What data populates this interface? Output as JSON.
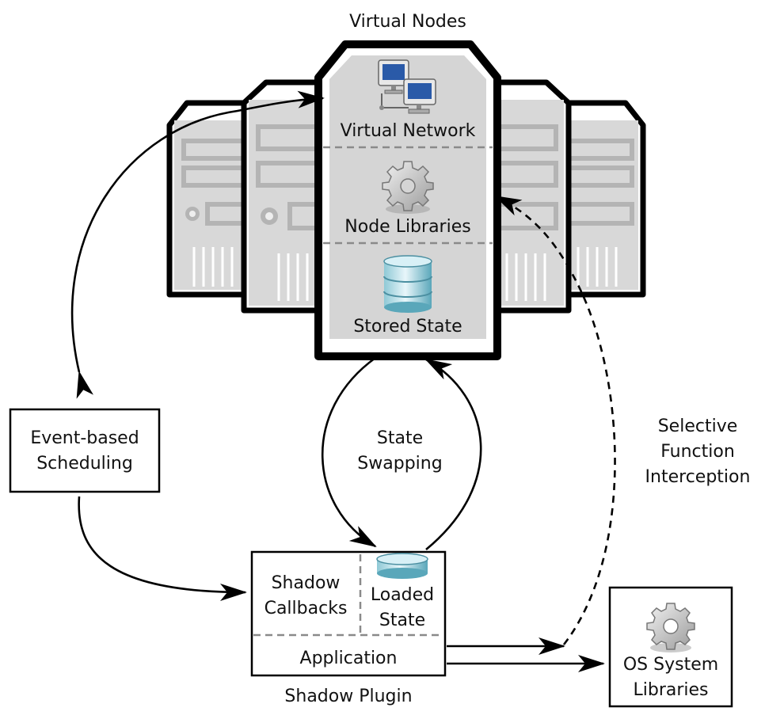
{
  "title": "Virtual Nodes",
  "main_server": {
    "sections": [
      "Virtual Network",
      "Node Libraries",
      "Stored State"
    ]
  },
  "event_box": {
    "line1": "Event-based",
    "line2": "Scheduling"
  },
  "swap_label": {
    "line1": "State",
    "line2": "Swapping"
  },
  "intercept_label": {
    "line1": "Selective",
    "line2": "Function",
    "line3": "Interception"
  },
  "plugin": {
    "callbacks_line1": "Shadow",
    "callbacks_line2": "Callbacks",
    "state_line1": "Loaded",
    "state_line2": "State",
    "application": "Application",
    "caption": "Shadow Plugin"
  },
  "os_box": {
    "line1": "OS System",
    "line2": "Libraries"
  },
  "icons": [
    "network-computers-icon",
    "gear-icon",
    "database-icon",
    "database-disk-icon",
    "gear-icon"
  ]
}
